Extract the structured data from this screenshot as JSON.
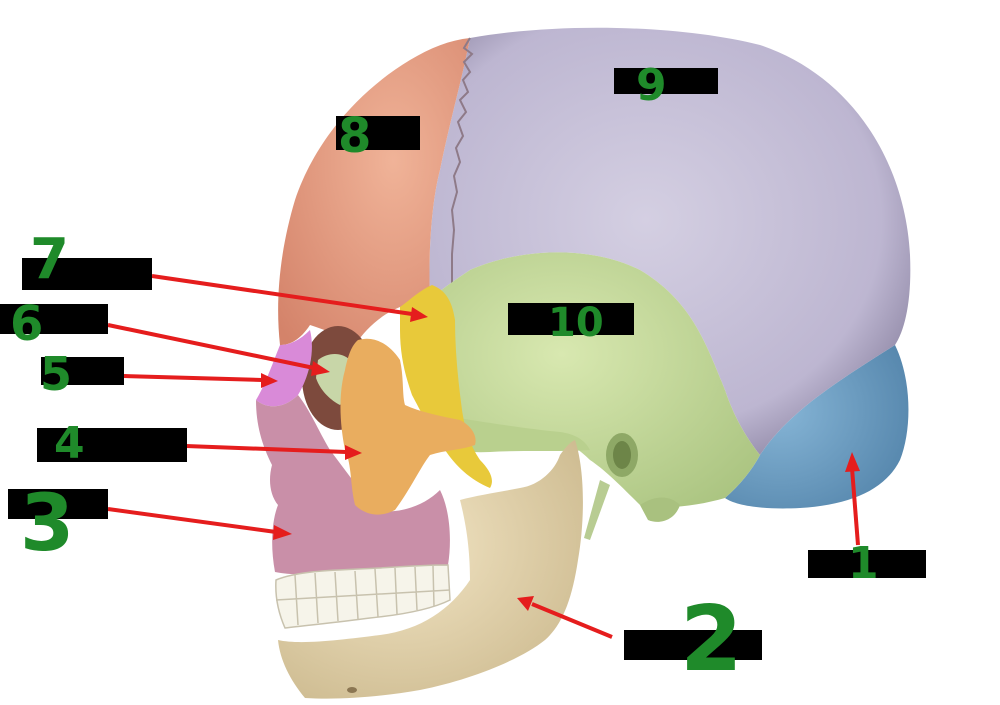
{
  "diagram": {
    "subject": "Lateral view of the human skull with color-coded cranial and facial bones",
    "bones": {
      "frontal": {
        "color": "#e69b7f"
      },
      "parietal": {
        "color": "#c3bdd6"
      },
      "temporal": {
        "color": "#c9dc9f"
      },
      "occipital": {
        "color": "#6f9fc4"
      },
      "sphenoid": {
        "color": "#e8c93a"
      },
      "zygomatic": {
        "color": "#e9ad5f"
      },
      "maxilla": {
        "color": "#c98fa8"
      },
      "nasal": {
        "color": "#d98ad8"
      },
      "lacrimal": {
        "color": "#c8d6a8"
      },
      "mandible": {
        "color": "#ead9b3"
      },
      "teeth": {
        "color": "#f6f4ea"
      }
    },
    "labels": [
      {
        "id": "1",
        "text": "1"
      },
      {
        "id": "2",
        "text": "2"
      },
      {
        "id": "3",
        "text": "3"
      },
      {
        "id": "4",
        "text": "4"
      },
      {
        "id": "5",
        "text": "5"
      },
      {
        "id": "6",
        "text": "6"
      },
      {
        "id": "7",
        "text": "7"
      },
      {
        "id": "8",
        "text": "8"
      },
      {
        "id": "9",
        "text": "9"
      },
      {
        "id": "10",
        "text": "10"
      }
    ],
    "colors": {
      "arrow": "#e51d1d",
      "handwriting": "#1f8a2a",
      "label_box": "#000000"
    }
  }
}
